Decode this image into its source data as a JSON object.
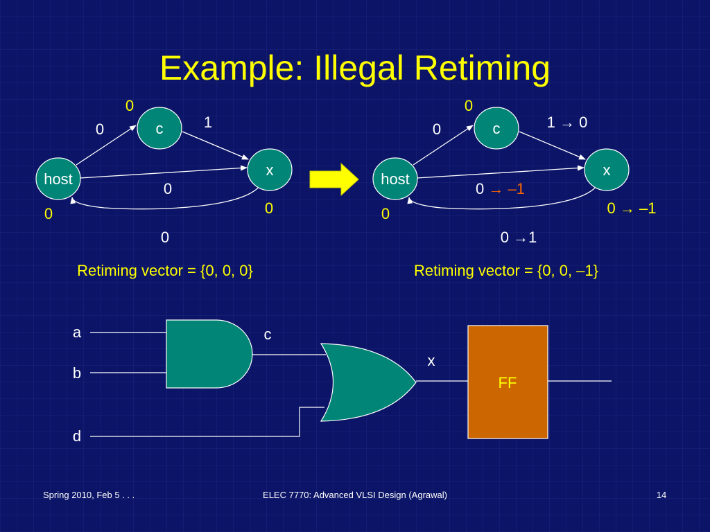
{
  "title": "Example: Illegal Retiming",
  "left_graph": {
    "nodes": {
      "c": "c",
      "x": "x",
      "host": "host"
    },
    "node_lags": {
      "c": "0",
      "host": "0",
      "x": "0"
    },
    "edge_weights": {
      "host_c": "0",
      "c_x": "1",
      "host_x": "0",
      "x_host": "0"
    },
    "retiming_vector": "Retiming vector = {0, 0, 0}"
  },
  "right_graph": {
    "nodes": {
      "c": "c",
      "x": "x",
      "host": "host"
    },
    "node_lags": {
      "c": "0",
      "host": "0",
      "x": "0 → –1"
    },
    "edge_weights": {
      "host_c": "0",
      "c_x": "1 → 0",
      "host_x_old": "0 ",
      "host_x_new": "→ –1",
      "x_host": "0 →1"
    },
    "retiming_vector": "Retiming vector = {0, 0, –1}"
  },
  "circuit": {
    "inputs": [
      "a",
      "b",
      "d"
    ],
    "and_output": "c",
    "or_output": "x",
    "flipflop": "FF"
  },
  "footer": {
    "left": "Spring 2010, Feb 5 . . .",
    "center": "ELEC 7770: Advanced VLSI Design (Agrawal)",
    "page": "14"
  },
  "colors": {
    "background": "#0b1466",
    "title": "#ffff00",
    "node_fill": "#008577",
    "highlight": "#ff6600",
    "flipflop": "#cc6600",
    "arrow": "#ffff00"
  }
}
